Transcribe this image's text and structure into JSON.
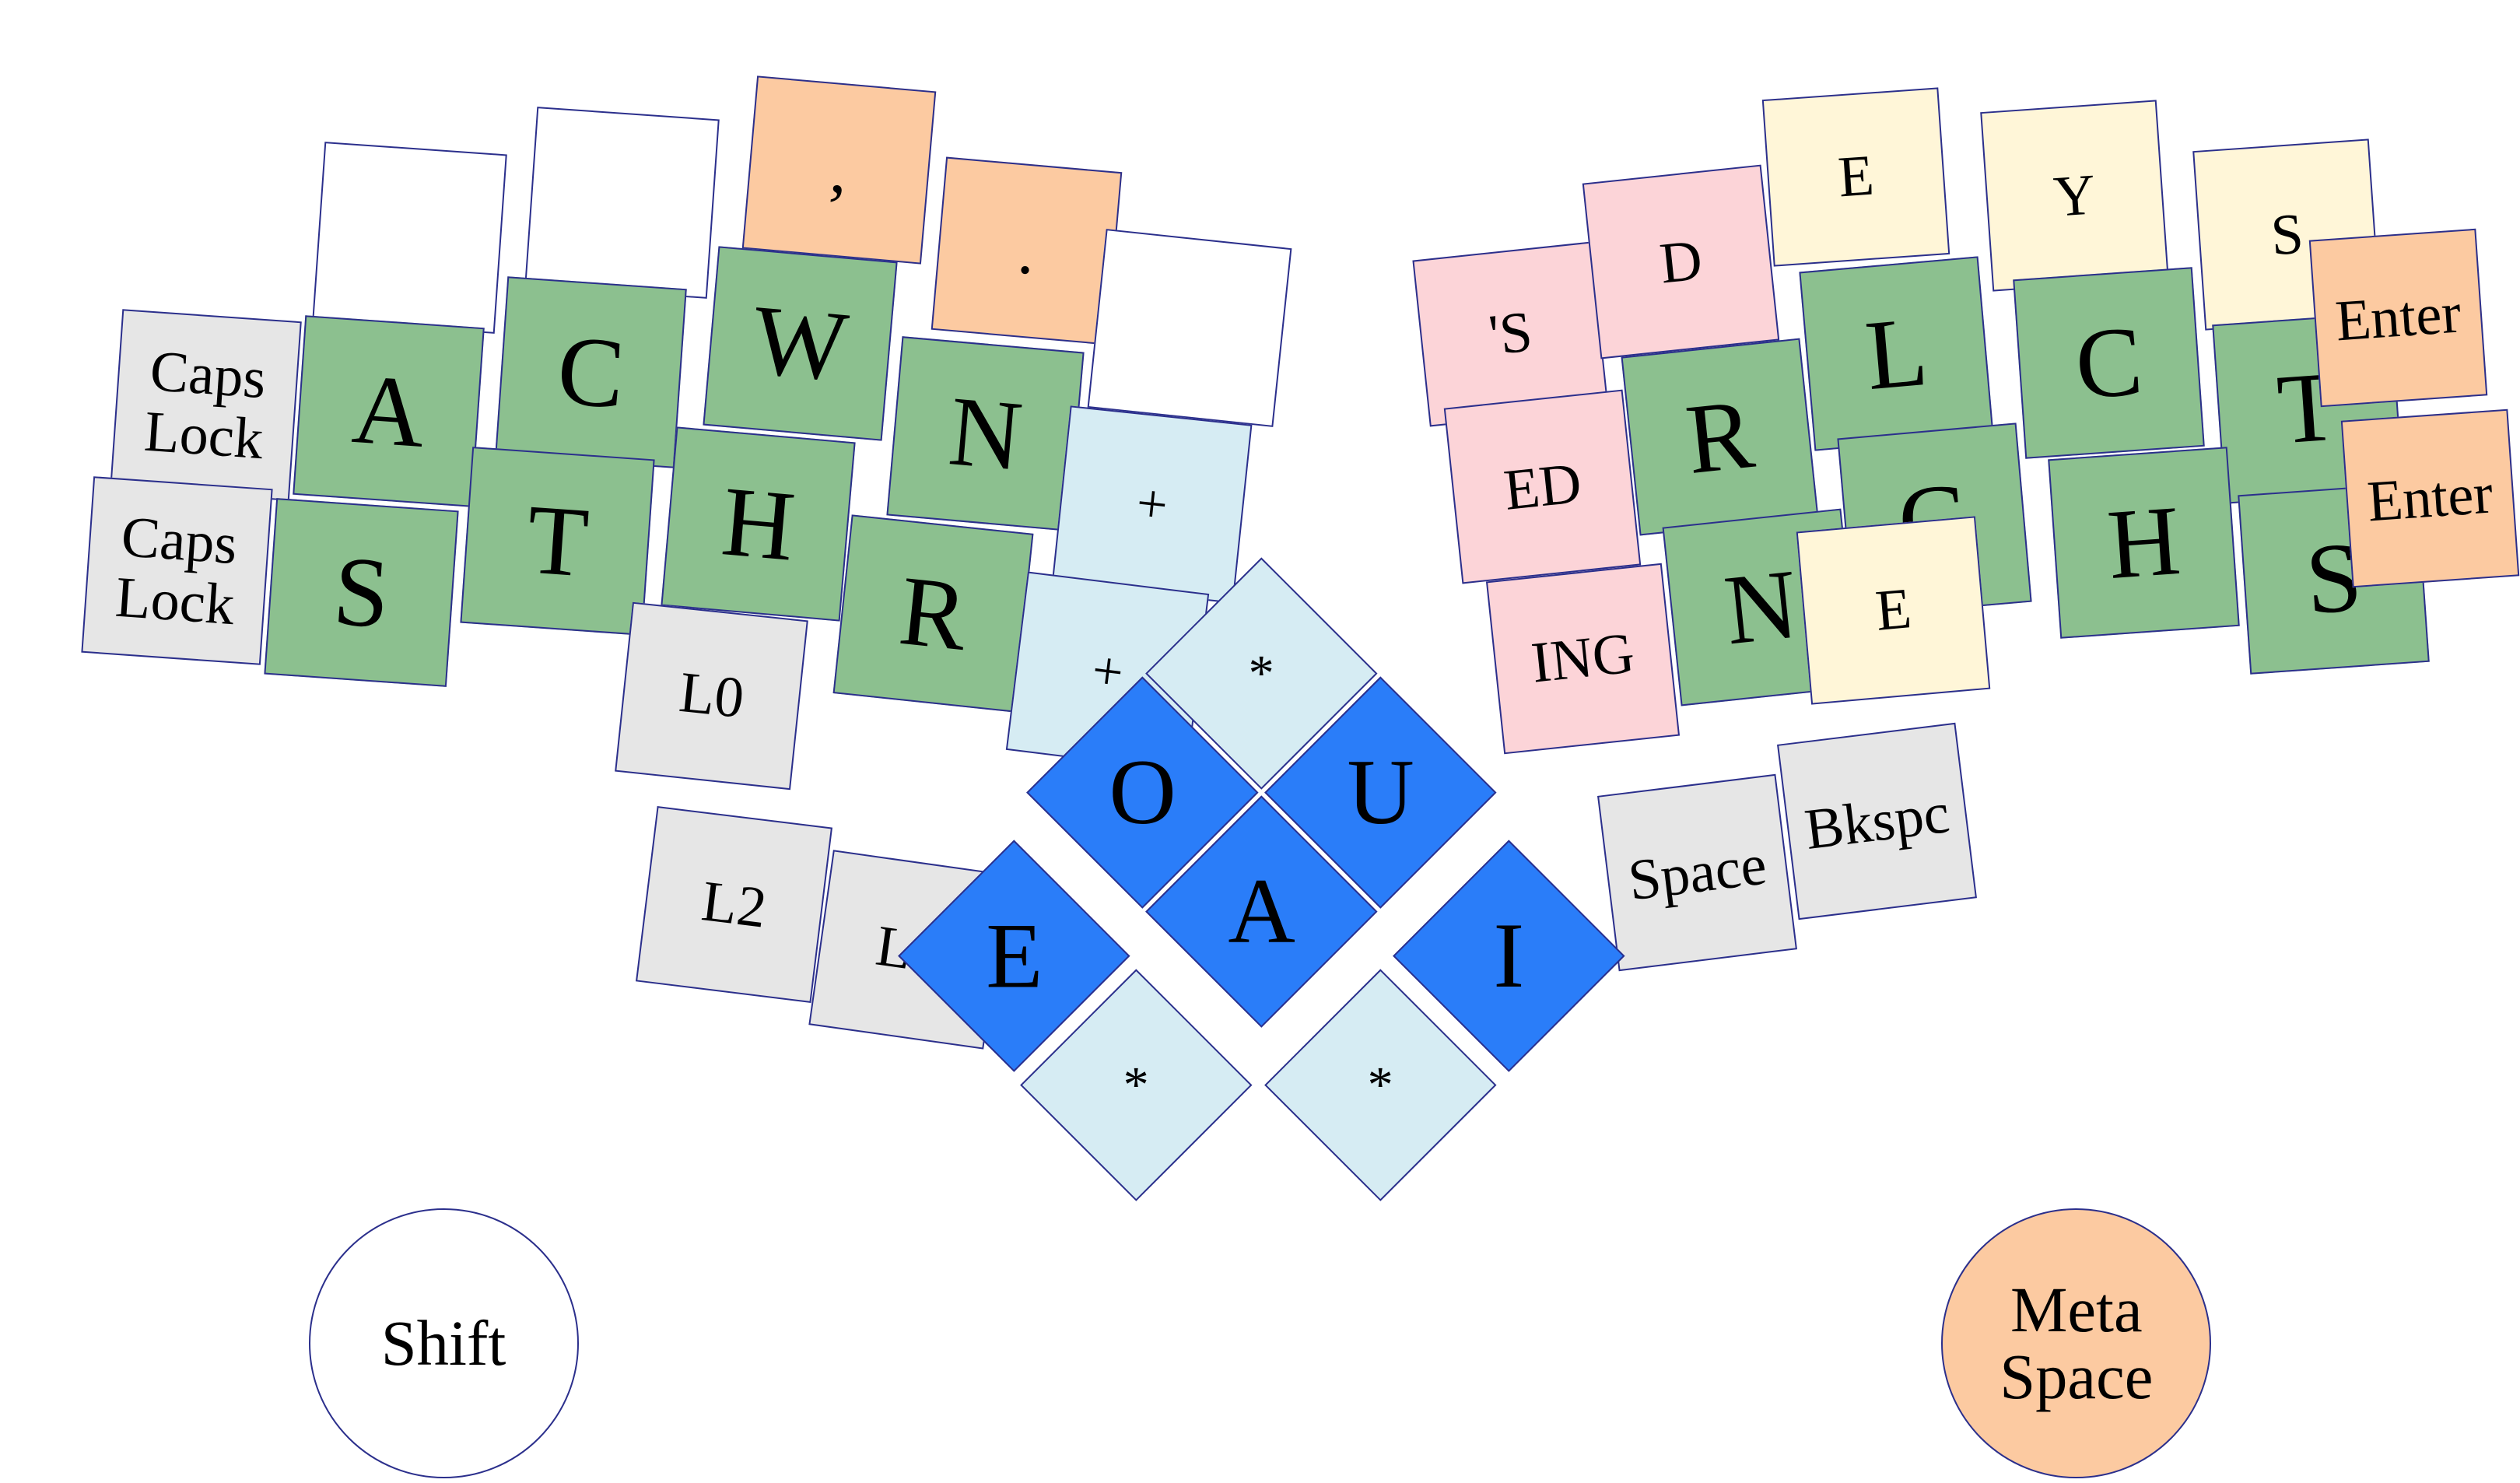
{
  "colors": {
    "background": "#ffffff",
    "border": "#2b2f8c",
    "white": "#ffffff",
    "gray": "#e6e6e6",
    "green": "#8cc08f",
    "orange": "#fccaa1",
    "pink": "#fcd4d8",
    "cream": "#fff6d8",
    "light_blue": "#d6ecf3",
    "blue": "#2a7df9"
  },
  "keys": [
    {
      "id": "lh-top-1",
      "label": "",
      "color": "white",
      "interactable": true
    },
    {
      "id": "lh-top-2",
      "label": "",
      "color": "white",
      "interactable": true
    },
    {
      "id": "lh-comma",
      "label": ",",
      "color": "orange",
      "interactable": true
    },
    {
      "id": "lh-period",
      "label": ".",
      "color": "orange",
      "interactable": true
    },
    {
      "id": "lh-top-5",
      "label": "",
      "color": "white",
      "interactable": true
    },
    {
      "id": "lh-caps-lock-1",
      "label": "Caps\nLock",
      "color": "gray",
      "interactable": true
    },
    {
      "id": "lh-a",
      "label": "A",
      "color": "green",
      "interactable": true
    },
    {
      "id": "lh-c",
      "label": "C",
      "color": "green",
      "interactable": true
    },
    {
      "id": "lh-w",
      "label": "W",
      "color": "green",
      "interactable": true
    },
    {
      "id": "lh-n",
      "label": "N",
      "color": "green",
      "interactable": true
    },
    {
      "id": "lh-plus-1",
      "label": "+",
      "color": "light_blue",
      "interactable": true
    },
    {
      "id": "lh-caps-lock-2",
      "label": "Caps\nLock",
      "color": "gray",
      "interactable": true
    },
    {
      "id": "lh-s",
      "label": "S",
      "color": "green",
      "interactable": true
    },
    {
      "id": "lh-t",
      "label": "T",
      "color": "green",
      "interactable": true
    },
    {
      "id": "lh-h",
      "label": "H",
      "color": "green",
      "interactable": true
    },
    {
      "id": "lh-r",
      "label": "R",
      "color": "green",
      "interactable": true
    },
    {
      "id": "lh-plus-2",
      "label": "+",
      "color": "light_blue",
      "interactable": true
    },
    {
      "id": "lh-l0",
      "label": "L0",
      "color": "gray",
      "interactable": true
    },
    {
      "id": "lh-l2",
      "label": "L2",
      "color": "gray",
      "interactable": true
    },
    {
      "id": "lh-l1",
      "label": "L1",
      "color": "gray",
      "interactable": true
    },
    {
      "id": "rh-apostrophe-s",
      "label": "'S",
      "color": "pink",
      "interactable": true
    },
    {
      "id": "rh-d",
      "label": "D",
      "color": "pink",
      "interactable": true
    },
    {
      "id": "rh-e-top",
      "label": "E",
      "color": "cream",
      "interactable": true
    },
    {
      "id": "rh-y",
      "label": "Y",
      "color": "cream",
      "interactable": true
    },
    {
      "id": "rh-s-top",
      "label": "S",
      "color": "cream",
      "interactable": true
    },
    {
      "id": "rh-ed",
      "label": "ED",
      "color": "pink",
      "interactable": true
    },
    {
      "id": "rh-r",
      "label": "R",
      "color": "green",
      "interactable": true
    },
    {
      "id": "rh-l",
      "label": "L",
      "color": "green",
      "interactable": true
    },
    {
      "id": "rh-c",
      "label": "C",
      "color": "green",
      "interactable": true
    },
    {
      "id": "rh-t",
      "label": "T",
      "color": "green",
      "interactable": true
    },
    {
      "id": "rh-enter-1",
      "label": "Enter",
      "color": "orange",
      "interactable": true
    },
    {
      "id": "rh-ing",
      "label": "ING",
      "color": "pink",
      "interactable": true
    },
    {
      "id": "rh-n",
      "label": "N",
      "color": "green",
      "interactable": true
    },
    {
      "id": "rh-g",
      "label": "G",
      "color": "green",
      "interactable": true
    },
    {
      "id": "rh-h",
      "label": "H",
      "color": "green",
      "interactable": true
    },
    {
      "id": "rh-s",
      "label": "S",
      "color": "green",
      "interactable": true
    },
    {
      "id": "rh-enter-2",
      "label": "Enter",
      "color": "orange",
      "interactable": true
    },
    {
      "id": "rh-e-bottom",
      "label": "E",
      "color": "cream",
      "interactable": true
    },
    {
      "id": "rh-space",
      "label": "Space",
      "color": "gray",
      "interactable": true
    },
    {
      "id": "rh-bkspc",
      "label": "Bkspc",
      "color": "gray",
      "interactable": true
    },
    {
      "id": "center-star-top",
      "label": "*",
      "color": "light_blue",
      "interactable": true
    },
    {
      "id": "center-o",
      "label": "O",
      "color": "blue",
      "interactable": true
    },
    {
      "id": "center-u",
      "label": "U",
      "color": "blue",
      "interactable": true
    },
    {
      "id": "center-a",
      "label": "A",
      "color": "blue",
      "interactable": true
    },
    {
      "id": "center-e",
      "label": "E",
      "color": "blue",
      "interactable": true
    },
    {
      "id": "center-i",
      "label": "I",
      "color": "blue",
      "interactable": true
    },
    {
      "id": "center-star-left",
      "label": "*",
      "color": "light_blue",
      "interactable": true
    },
    {
      "id": "center-star-right",
      "label": "*",
      "color": "light_blue",
      "interactable": true
    },
    {
      "id": "shift",
      "label": "Shift",
      "color": "white",
      "interactable": true
    },
    {
      "id": "meta-space",
      "label": "Meta\nSpace",
      "color": "orange",
      "interactable": true
    }
  ]
}
